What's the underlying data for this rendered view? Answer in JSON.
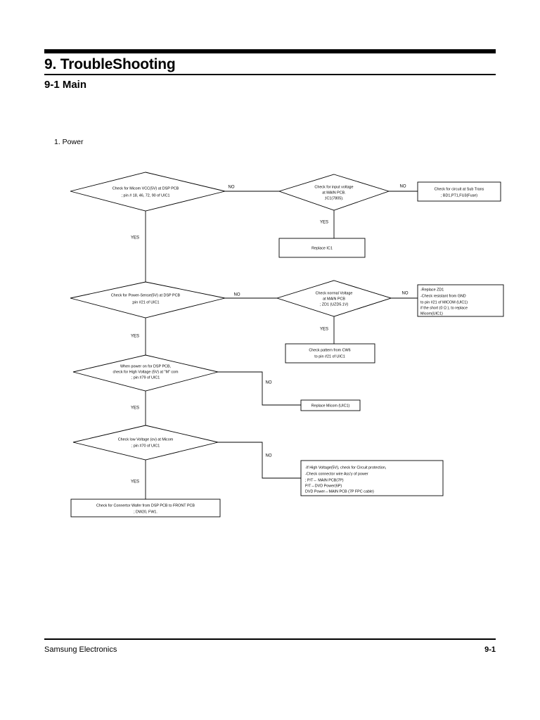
{
  "document": {
    "chapter_title": "9. TroubleShooting",
    "section_title": "9-1 Main",
    "subsection_label": "1. Power",
    "footer_left": "Samsung Electronics",
    "footer_page": "9-1"
  },
  "flowchart": {
    "title": "Power troubleshooting flow",
    "edge_labels": {
      "yes": "YES",
      "no": "NO"
    },
    "nodes": {
      "d1": {
        "shape": "decision",
        "lines": [
          "Check for Micom VCC(5V) at DSP PCB",
          "; pin # 18, 46, 72, 90 of UIC1"
        ]
      },
      "d1_right": {
        "shape": "decision",
        "lines": [
          "Check for input voltage",
          "at MAIN PCB.",
          ";IC1(7805)."
        ]
      },
      "b1_far_right": {
        "shape": "box",
        "lines": [
          "Check for circuit at Sub Trans",
          "; BD1,PT1,FU3(Fuse)"
        ]
      },
      "b1_replace": {
        "shape": "box",
        "lines": [
          "Replace IC1"
        ]
      },
      "d2": {
        "shape": "decision",
        "lines": [
          "Check for Power-Sense(5V) at DSP PCB",
          ";pin #21 of UIC1"
        ]
      },
      "d2_right": {
        "shape": "decision",
        "lines": [
          "Check normal Voltage",
          "at MAIN PCB",
          "; ZD1 (UZD5.1V)"
        ]
      },
      "b2_far_right": {
        "shape": "box",
        "align": "left",
        "lines": [
          "-Replace ZD1",
          "-Check resistant from GND",
          "  to pin #21 of MICOM (UIC1)",
          "  if the short (0 Ω ), to replace",
          "  Micom(UIC1)"
        ]
      },
      "b2_pattern": {
        "shape": "box",
        "lines": [
          "Check pattern from CW6",
          "to pin #21 of UIC1"
        ]
      },
      "d3": {
        "shape": "decision",
        "lines": [
          "When power on for DSP PCB,",
          "check for High Voltage (5V) at \"M\" com",
          "; pin #79 of UIC1"
        ]
      },
      "b3_replace_micom": {
        "shape": "box",
        "lines": [
          "Replace Micom (UIC1)"
        ]
      },
      "d4": {
        "shape": "decision",
        "lines": [
          "Check low Voltage (ov) at Micom",
          "; pin #70 of UIC1"
        ]
      },
      "b4_notes": {
        "shape": "box",
        "align": "left",
        "lines": [
          "-If High Voltage(5V), check for Circuit protection,",
          "-Check connector wire Ass'y of power",
          " ; P/T↔ MAIN PCB(7P)",
          "   P/T↔DVD Power(6P)",
          "   DVD Power↔MAIN PCB (7P FPC cable)"
        ]
      },
      "b5_connector": {
        "shape": "box",
        "lines": [
          "Check for Connertor Wafer from DSP PCB to FRONT PCB",
          "; DW20, FW1."
        ]
      }
    }
  }
}
